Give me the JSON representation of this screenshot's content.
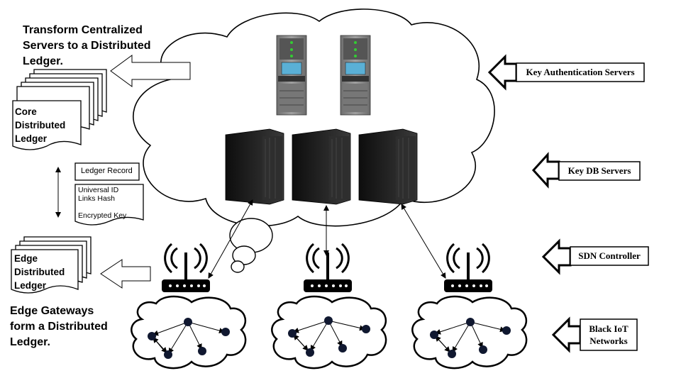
{
  "captions": {
    "transform": [
      "Transform Centralized",
      "Servers to a Distributed",
      "Ledger."
    ],
    "edge_gateways": [
      "Edge Gateways",
      "form a Distributed",
      "Ledger."
    ]
  },
  "documents": {
    "core": [
      "Core",
      "Distributed",
      "Ledger"
    ],
    "edge": [
      "Edge",
      "Distributed",
      "Ledger"
    ]
  },
  "record": {
    "header": "Ledger Record",
    "fields": [
      "Universal ID",
      "Links Hash",
      "Encrypted Key"
    ]
  },
  "labels": {
    "key_auth": "Key Authentication Servers",
    "key_db": "Key DB Servers",
    "sdn": "SDN Controller",
    "black_iot": [
      "Black IoT",
      "Networks"
    ]
  },
  "colors": {
    "outline": "#000000",
    "server_body": "#1a1a1a",
    "rack_gray": "#8a8a8a",
    "screen": "#5ab0d6",
    "node": "#101830"
  }
}
